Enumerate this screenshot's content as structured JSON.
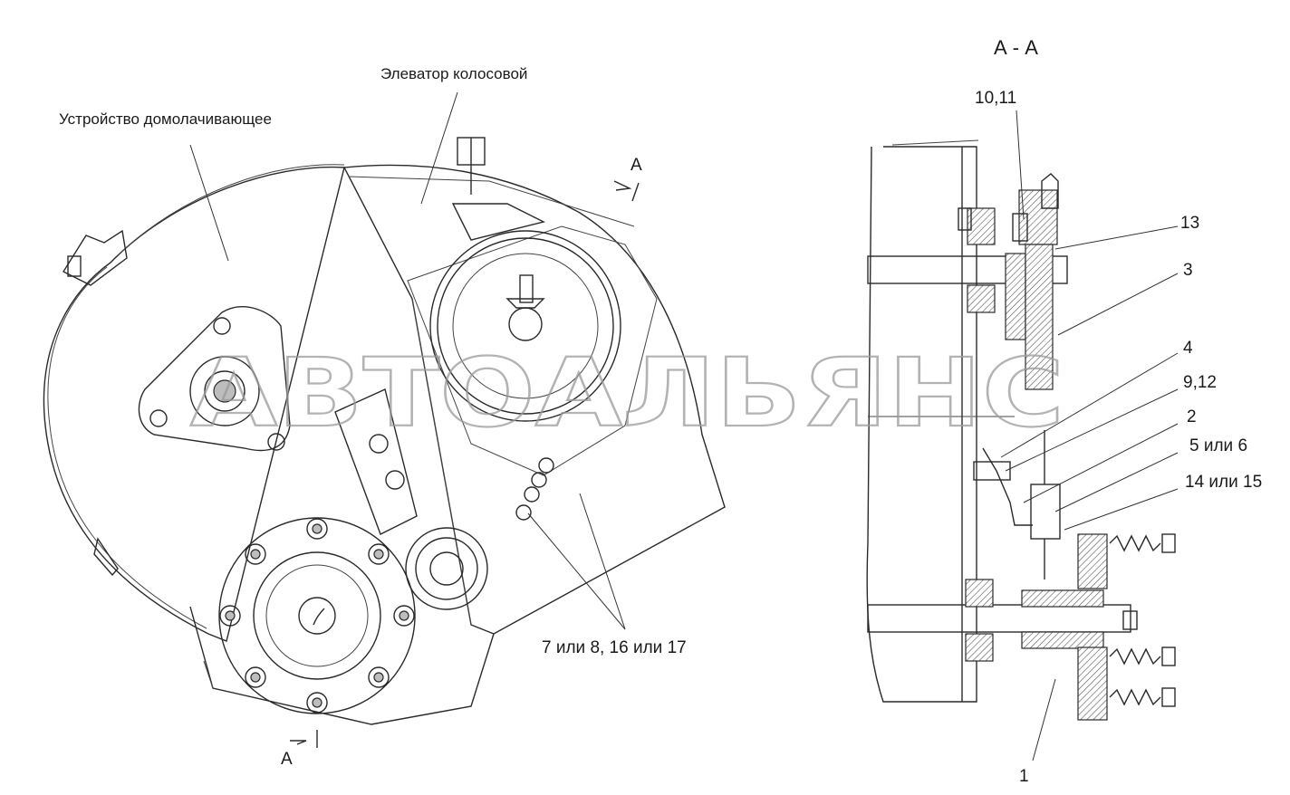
{
  "labels": {
    "thresher": "Устройство домолачивающее",
    "elevator": "Элеватор колосовой",
    "section_title": "А - А",
    "section_mark_top": "А",
    "section_mark_bottom": "А",
    "left_callout": "7 или 8, 16 или 17",
    "callouts": {
      "c10_11": "10,11",
      "c13": "13",
      "c3": "3",
      "c4": "4",
      "c9_12": "9,12",
      "c2": "2",
      "c5_6": "5 или 6",
      "c14_15": "14 или 15",
      "c1": "1"
    }
  },
  "watermark": "АВТОАЛЬЯНС"
}
